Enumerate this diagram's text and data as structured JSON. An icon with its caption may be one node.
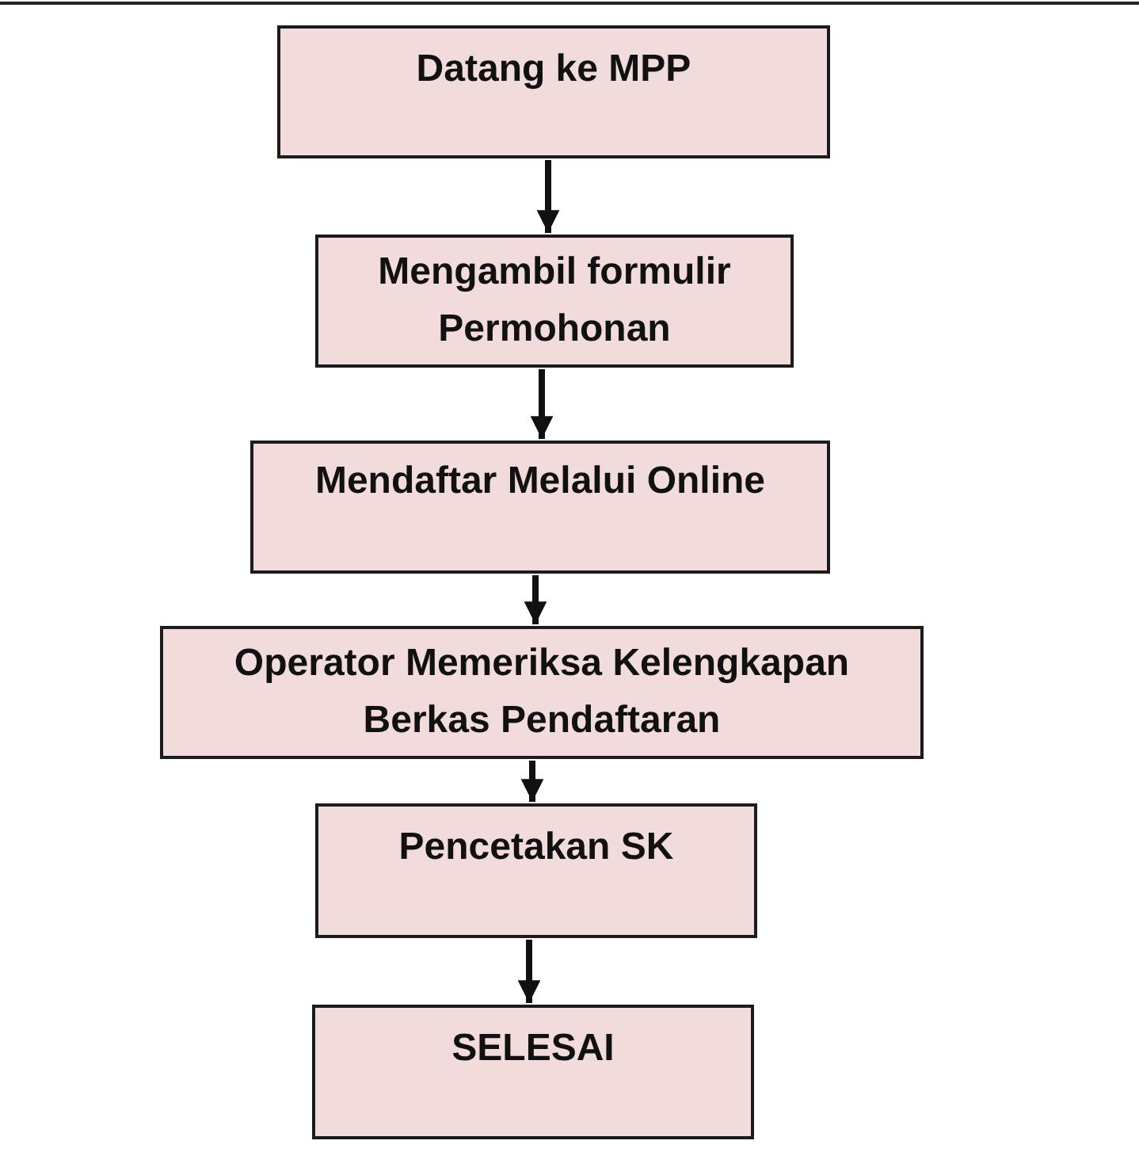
{
  "diagram": {
    "nodes": [
      {
        "text": [
          "Datang ke MPP"
        ]
      },
      {
        "text": [
          "Mengambil formulir Permohonan"
        ]
      },
      {
        "text": [
          "Mendaftar Melalui Online"
        ]
      },
      {
        "text": [
          "Operator Memeriksa Kelengkapan Berkas Pendaftaran"
        ]
      },
      {
        "text": [
          "Pencetakan SK"
        ]
      },
      {
        "text": [
          "SELESAI"
        ]
      }
    ],
    "edges": [
      {
        "from": 0,
        "to": 1,
        "arrow": "to"
      },
      {
        "from": 1,
        "to": 2,
        "arrow": "to"
      },
      {
        "from": 2,
        "to": 3,
        "arrow": "to"
      },
      {
        "from": 3,
        "to": 4,
        "arrow": "to"
      },
      {
        "from": 4,
        "to": 5,
        "arrow": "to"
      }
    ]
  }
}
